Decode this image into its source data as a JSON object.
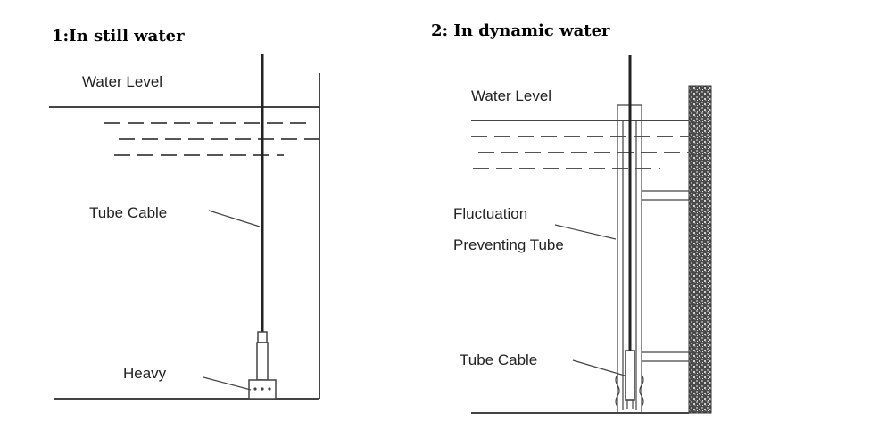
{
  "diagram1": {
    "title": "1:In still water",
    "water_level_label": "Water Level",
    "tube_cable_label": "Tube Cable",
    "heavy_label": "Heavy"
  },
  "diagram2": {
    "title": "2: In dynamic water",
    "water_level_label": "Water Level",
    "fluctuation_label_line1": "Fluctuation",
    "fluctuation_label_line2": "Preventing Tube",
    "tube_cable_label": "Tube Cable"
  }
}
